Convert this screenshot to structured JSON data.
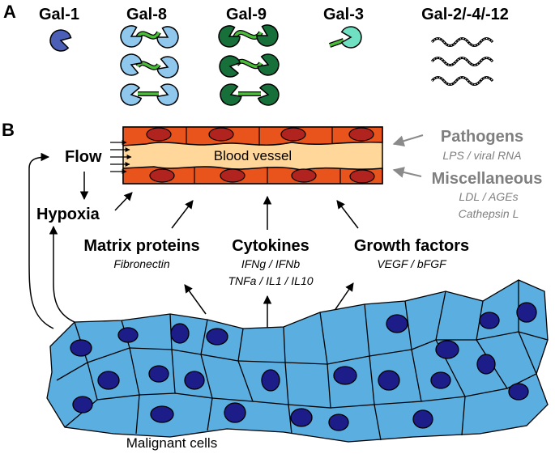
{
  "panel_a": {
    "label": "A",
    "galectins": [
      {
        "name": "Gal-1"
      },
      {
        "name": "Gal-8"
      },
      {
        "name": "Gal-9"
      },
      {
        "name": "Gal-3"
      },
      {
        "name": "Gal-2/-4/-12"
      }
    ]
  },
  "panel_b": {
    "label": "B",
    "vessel_label": "Blood vessel",
    "flow": "Flow",
    "hypoxia": "Hypoxia",
    "pathogens": {
      "title": "Pathogens",
      "detail": "LPS / viral RNA"
    },
    "misc": {
      "title": "Miscellaneous",
      "detail_1": "LDL / AGEs",
      "detail_2": "Cathepsin L"
    },
    "matrix": {
      "title": "Matrix proteins",
      "detail": "Fibronectin"
    },
    "cytokines": {
      "title": "Cytokines",
      "detail_1": "IFNg / IFNb",
      "detail_2": "TNFa / IL1 / IL10"
    },
    "growth": {
      "title": "Growth factors",
      "detail": "VEGF / bFGF"
    },
    "malignant": "Malignant cells"
  },
  "colors": {
    "gal1": "#4a5fb5",
    "gal8": "#8fc8ec",
    "gal9": "#17703a",
    "gal3": "#6fe0c2",
    "linker": "#4cbd3a",
    "vessel_wall": "#e8541c",
    "vessel_lumen": "#ffd79a",
    "nucleus_red": "#b0231f",
    "cell": "#5aaee0",
    "cell_nucleus": "#1d1d8a",
    "grey_text": "#7f7f7f"
  }
}
